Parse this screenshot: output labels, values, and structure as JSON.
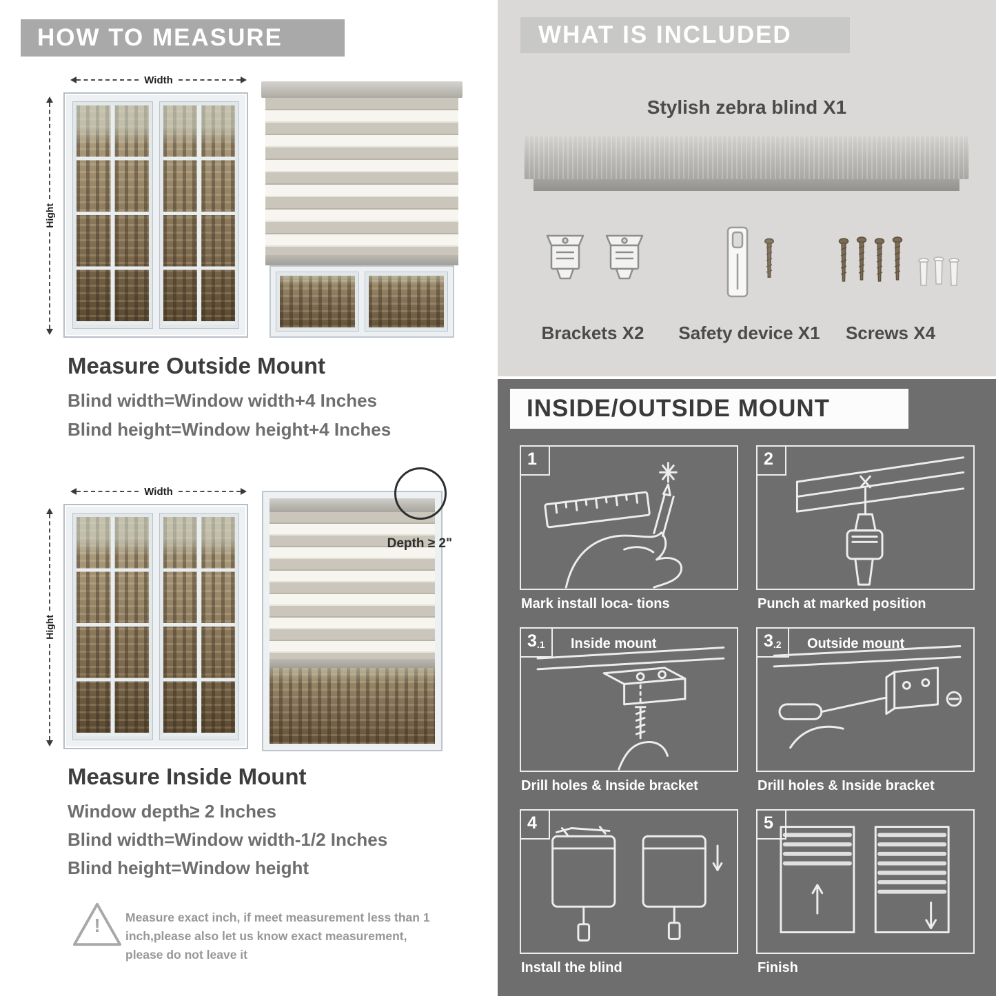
{
  "left": {
    "header": "HOW TO MEASURE",
    "outside_diagram": {
      "width_label": "Width",
      "height_label": "Hight"
    },
    "outside": {
      "title": "Measure Outside Mount",
      "lines": [
        "Blind width=Window width+4 Inches",
        "Blind height=Window height+4 Inches"
      ]
    },
    "inside_diagram": {
      "width_label": "Width",
      "height_label": "Hight",
      "depth_label": "Depth ≥ 2\""
    },
    "inside": {
      "title": "Measure Inside Mount",
      "lines": [
        "Window depth≥ 2 Inches",
        "Blind width=Window width-1/2 Inches",
        "Blind height=Window height"
      ]
    },
    "warning": {
      "mark": "!",
      "text": "Measure exact inch, if meet measurement less than 1 inch,please also let us know exact measurement, please do not leave it"
    }
  },
  "included": {
    "header": "WHAT IS INCLUDED",
    "product_label": "Stylish zebra blind X1",
    "items": [
      {
        "label": "Brackets X2"
      },
      {
        "label": "Safety device X1"
      },
      {
        "label": "Screws X4"
      }
    ]
  },
  "mount": {
    "header": "INSIDE/OUTSIDE MOUNT",
    "steps": [
      {
        "num": "1",
        "caption": "Mark install loca- tions"
      },
      {
        "num": "2",
        "caption": "Punch at  marked position"
      },
      {
        "num": "3",
        "sub": ".1",
        "title": "Inside mount",
        "caption": "Drill holes &  Inside bracket"
      },
      {
        "num": "3",
        "sub": ".2",
        "title": "Outside mount",
        "caption": "Drill holes &  Inside bracket"
      },
      {
        "num": "4",
        "caption": "Install the blind"
      },
      {
        "num": "5",
        "caption": "Finish"
      }
    ]
  },
  "colors": {
    "dark_panel_bg": "#6e6e6e",
    "light_panel_bg": "#dad9d8",
    "banner_gray": "#a9a9a9",
    "heading_text": "#3d3d3d",
    "body_text": "#6e6e6e"
  }
}
